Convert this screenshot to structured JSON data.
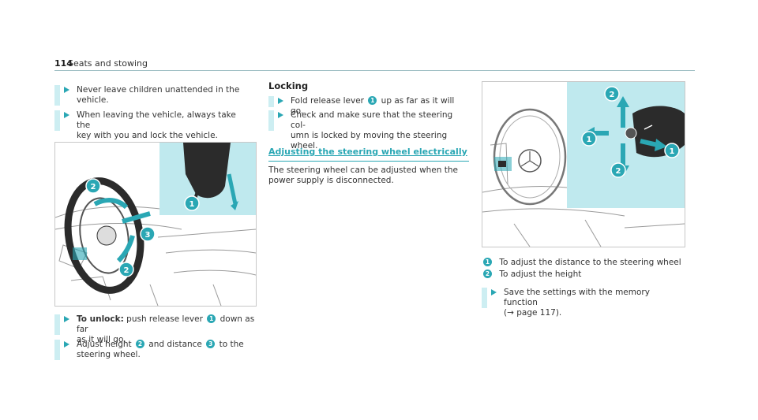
{
  "header": {
    "page_number": "114",
    "section": "Seats and stowing"
  },
  "left": {
    "bullets": [
      {
        "line1": "Never leave children unattended in the",
        "line2": "vehicle."
      },
      {
        "line1": "When leaving the vehicle, always take the",
        "line2": "key with you and lock the vehicle."
      }
    ],
    "figure_callouts": {
      "a": "1",
      "b": "2",
      "c": "3",
      "d": "2"
    },
    "steps": [
      {
        "bold": "To unlock:",
        "a": " push release lever ",
        "c1": "1",
        "b": " down as far",
        "line2": "as it will go."
      },
      {
        "a": "Adjust height ",
        "c1": "2",
        "b": " and distance ",
        "c2": "3",
        "c": " to the",
        "line2": "steering wheel."
      }
    ]
  },
  "middle": {
    "locking_heading": "Locking",
    "locking_steps": [
      {
        "a": "Fold release lever ",
        "c1": "1",
        "b": " up as far as it will go."
      },
      {
        "line1": "Check and make sure that the steering col-",
        "line2": "umn is locked by moving the steering wheel."
      }
    ],
    "adjust_heading": "Adjusting the steering wheel electrically",
    "adjust_text_line1": "The steering wheel can be adjusted when the",
    "adjust_text_line2": "power supply is disconnected."
  },
  "right": {
    "figure_callouts": {
      "a": "2",
      "b": "1",
      "c": "1",
      "d": "2"
    },
    "legend": [
      {
        "num": "1",
        "text": "To adjust the distance to the steering wheel"
      },
      {
        "num": "2",
        "text": "To adjust the height"
      }
    ],
    "step": {
      "line1": "Save the settings with the memory function",
      "line2": "(→ page 117)."
    }
  },
  "colors": {
    "accent": "#2aa7b4",
    "highlight": "#cdeef2",
    "panel": "#bfe9ee"
  }
}
